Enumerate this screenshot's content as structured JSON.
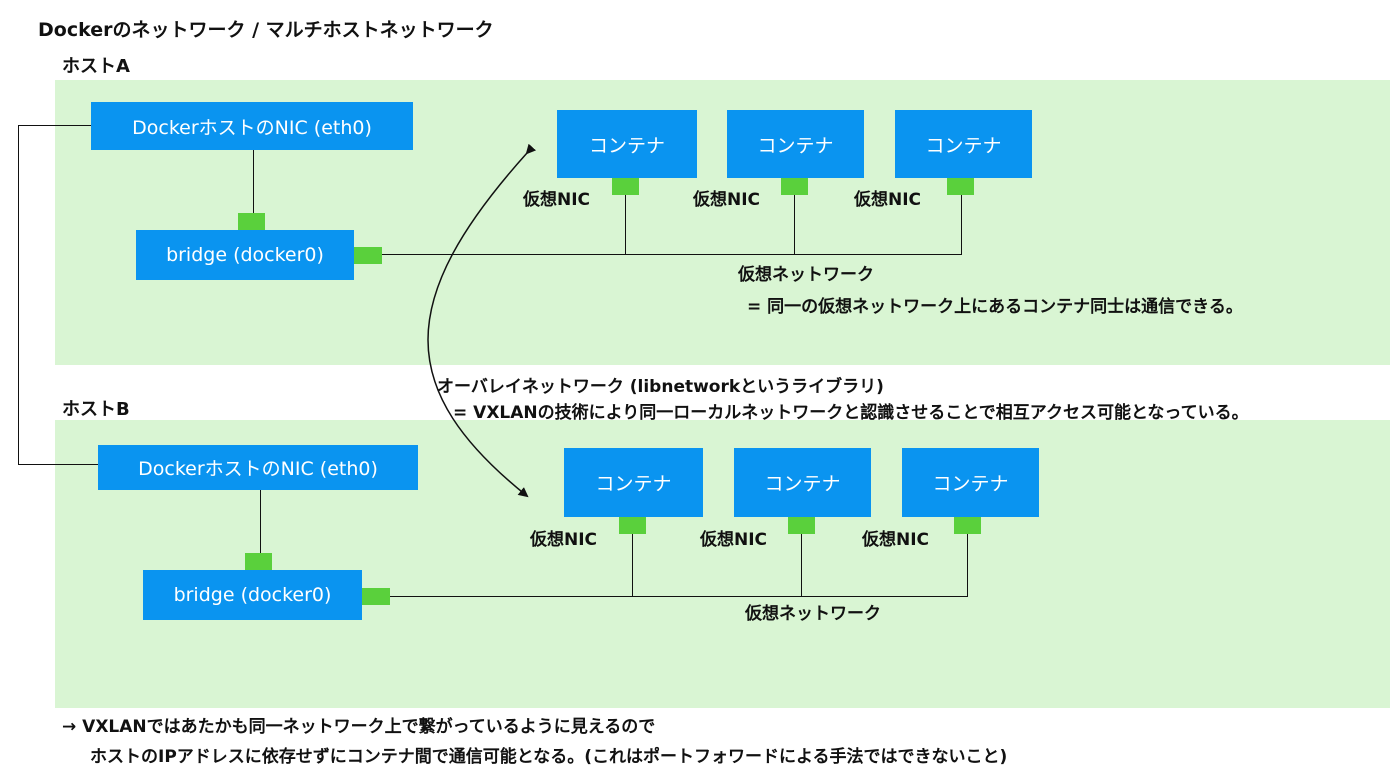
{
  "title": "Dockerのネットワーク / マルチホストネットワーク",
  "hostA": {
    "label": "ホストA",
    "nic": "DockerホストのNIC (eth0)",
    "bridge": "bridge (docker0)",
    "containers": [
      "コンテナ",
      "コンテナ",
      "コンテナ"
    ],
    "vnics": [
      "仮想NIC",
      "仮想NIC",
      "仮想NIC"
    ],
    "network_label": "仮想ネットワーク",
    "network_note": "= 同一の仮想ネットワーク上にあるコンテナ同士は通信できる。"
  },
  "hostB": {
    "label": "ホストB",
    "nic": "DockerホストのNIC (eth0)",
    "bridge": "bridge (docker0)",
    "containers": [
      "コンテナ",
      "コンテナ",
      "コンテナ"
    ],
    "vnics": [
      "仮想NIC",
      "仮想NIC",
      "仮想NIC"
    ],
    "network_label": "仮想ネットワーク"
  },
  "overlay": {
    "line1": "オーバレイネットワーク (libnetworkというライブラリ)",
    "line2": "= VXLANの技術により同一ローカルネットワークと認識させることで相互アクセス可能となっている。"
  },
  "footer": {
    "line1": "→ VXLANではあたかも同一ネットワーク上で繋がっているように見えるので",
    "line2": "ホストのIPアドレスに依存せずにコンテナ間で通信可能となる。(これはポートフォワードによる手法ではできないこと)"
  },
  "colors": {
    "panel": "#d9f5d3",
    "box": "#0a94f0",
    "port": "#5ad03c"
  }
}
